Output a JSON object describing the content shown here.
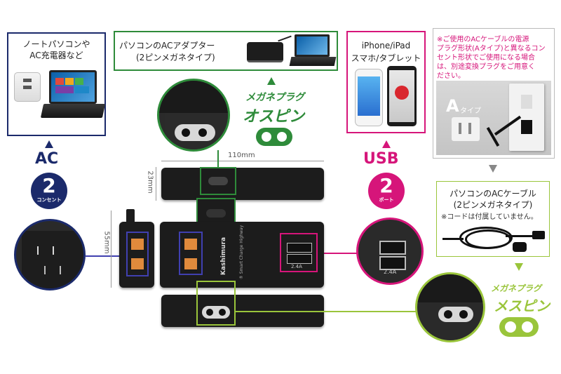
{
  "ac": {
    "box_lines": [
      "ノートパソコンや",
      "AC充電器など"
    ],
    "label": "AC",
    "count": "2",
    "count_unit": "コンセント"
  },
  "adapter": {
    "lines": [
      "パソコンのACアダプター",
      "(2ピンメガネタイプ)"
    ]
  },
  "male_plug": {
    "line1": "メガネプラグ",
    "line2": "オスピン"
  },
  "usb": {
    "box_lines": [
      "iPhone/iPad",
      "スマホ/タブレット"
    ],
    "label": "USB",
    "count": "2",
    "count_unit": "ポート",
    "port_label_1": "2.4A",
    "port_label_2": "2.4A"
  },
  "notice": {
    "text_lines": [
      "※ご使用のACケーブルの電源",
      "プラグ形状(Aタイプ)と異なるコン",
      "セント形状でご使用になる場合",
      "は、別途変換プラグをご用意く",
      "ださい。"
    ],
    "a_type_big": "A",
    "a_type_small": "タイプ"
  },
  "cable": {
    "lines": [
      "パソコンのACケーブル",
      "(2ピンメガネタイプ)"
    ],
    "note": "※コードは付属していません。"
  },
  "female_plug": {
    "line1": "メガネプラグ",
    "line2": "メスピン"
  },
  "dims": {
    "width": "110mm",
    "height_top": "23mm",
    "height_side": "55mm"
  },
  "device": {
    "brand": "Kashimura",
    "sub": "® Smart Charge Highway"
  },
  "colors": {
    "navy": "#1b2a6b",
    "green": "#2e8b3a",
    "lime": "#9ac53b",
    "magenta": "#d6157a",
    "purple": "#4040b0"
  }
}
